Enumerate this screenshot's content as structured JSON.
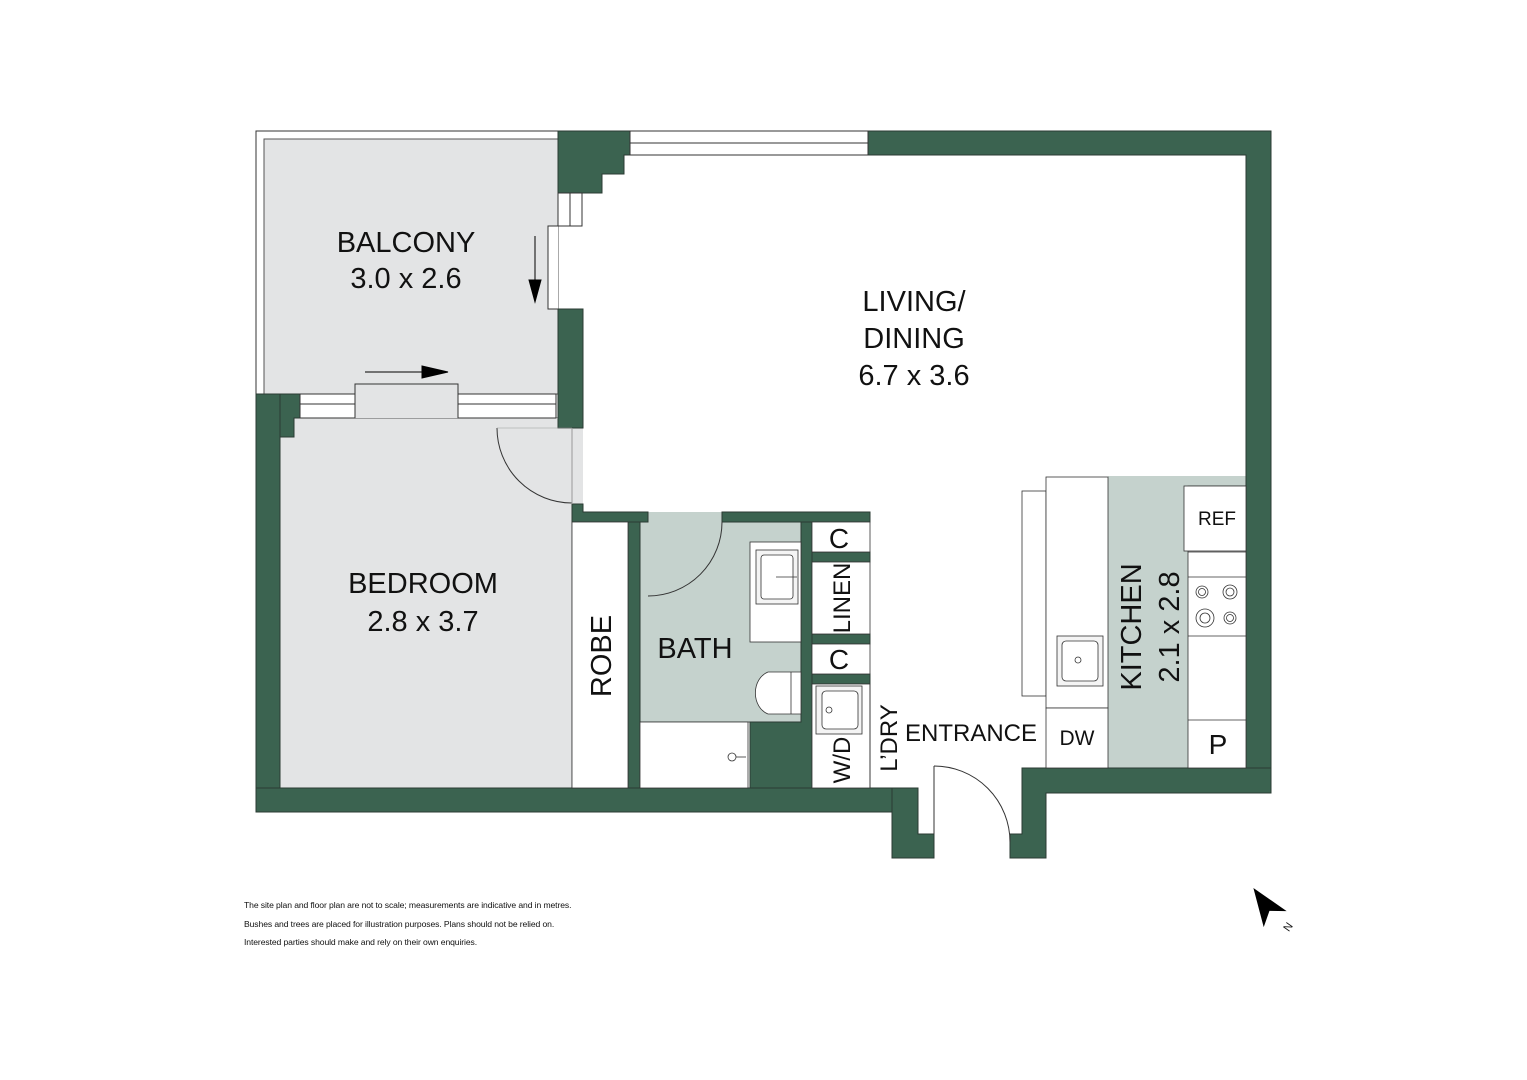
{
  "colors": {
    "wall": "#3b6350",
    "wall_stroke": "#2b3b33",
    "room_grey": "#e3e4e5",
    "wet_area": "#c5d2cd",
    "background": "#ffffff",
    "text": "#111111"
  },
  "rooms": {
    "balcony": {
      "name": "BALCONY",
      "dims": "3.0 x 2.6"
    },
    "living": {
      "name_line1": "LIVING/",
      "name_line2": "DINING",
      "dims": "6.7 x 3.6"
    },
    "bedroom": {
      "name": "BEDROOM",
      "dims": "2.8 x 3.7"
    },
    "robe": {
      "name": "ROBE"
    },
    "bath": {
      "name": "BATH"
    },
    "kitchen": {
      "name": "KITCHEN",
      "dims": "2.1 x 2.8"
    },
    "entrance": {
      "name": "ENTRANCE"
    },
    "laundry": {
      "name": "L’DRY"
    }
  },
  "fixtures": {
    "cupboard_top": "C",
    "linen": "LINEN",
    "cupboard_bottom": "C",
    "washer_dryer": "W/D",
    "refrigerator": "REF",
    "dishwasher": "DW",
    "pantry": "P"
  },
  "compass": {
    "label": "N",
    "icon": "north-arrow-icon"
  },
  "disclaimer": {
    "line1": "The site plan and floor plan are not to scale; measurements are indicative and in metres.",
    "line2": "Bushes and trees are placed for illustration purposes. Plans should not be relied on.",
    "line3": "Interested parties should make and rely on their own enquiries."
  }
}
